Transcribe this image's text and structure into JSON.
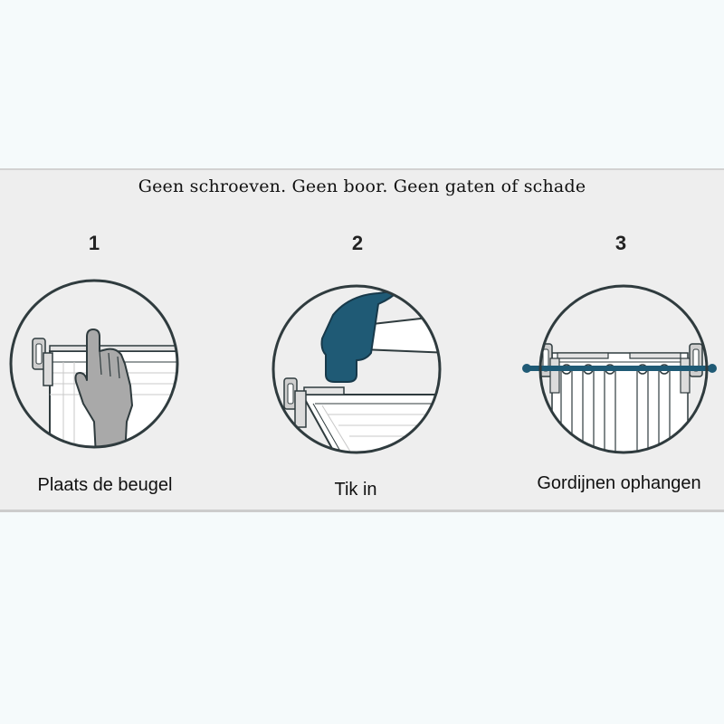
{
  "headline": "Geen schroeven. Geen boor. Geen gaten of schade",
  "steps": [
    {
      "number": "1",
      "label": "Plaats de beugel",
      "icon": "hand-placing-bracket-icon"
    },
    {
      "number": "2",
      "label": "Tik in",
      "icon": "hammer-icon"
    },
    {
      "number": "3",
      "label": "Gordijnen ophangen",
      "icon": "curtain-rod-icon"
    }
  ],
  "colors": {
    "band": "#eeeeee",
    "outline": "#2f3b3e",
    "hand": "#a9a9a9",
    "hammer": "#1f5a75",
    "rod": "#1f5a75"
  }
}
